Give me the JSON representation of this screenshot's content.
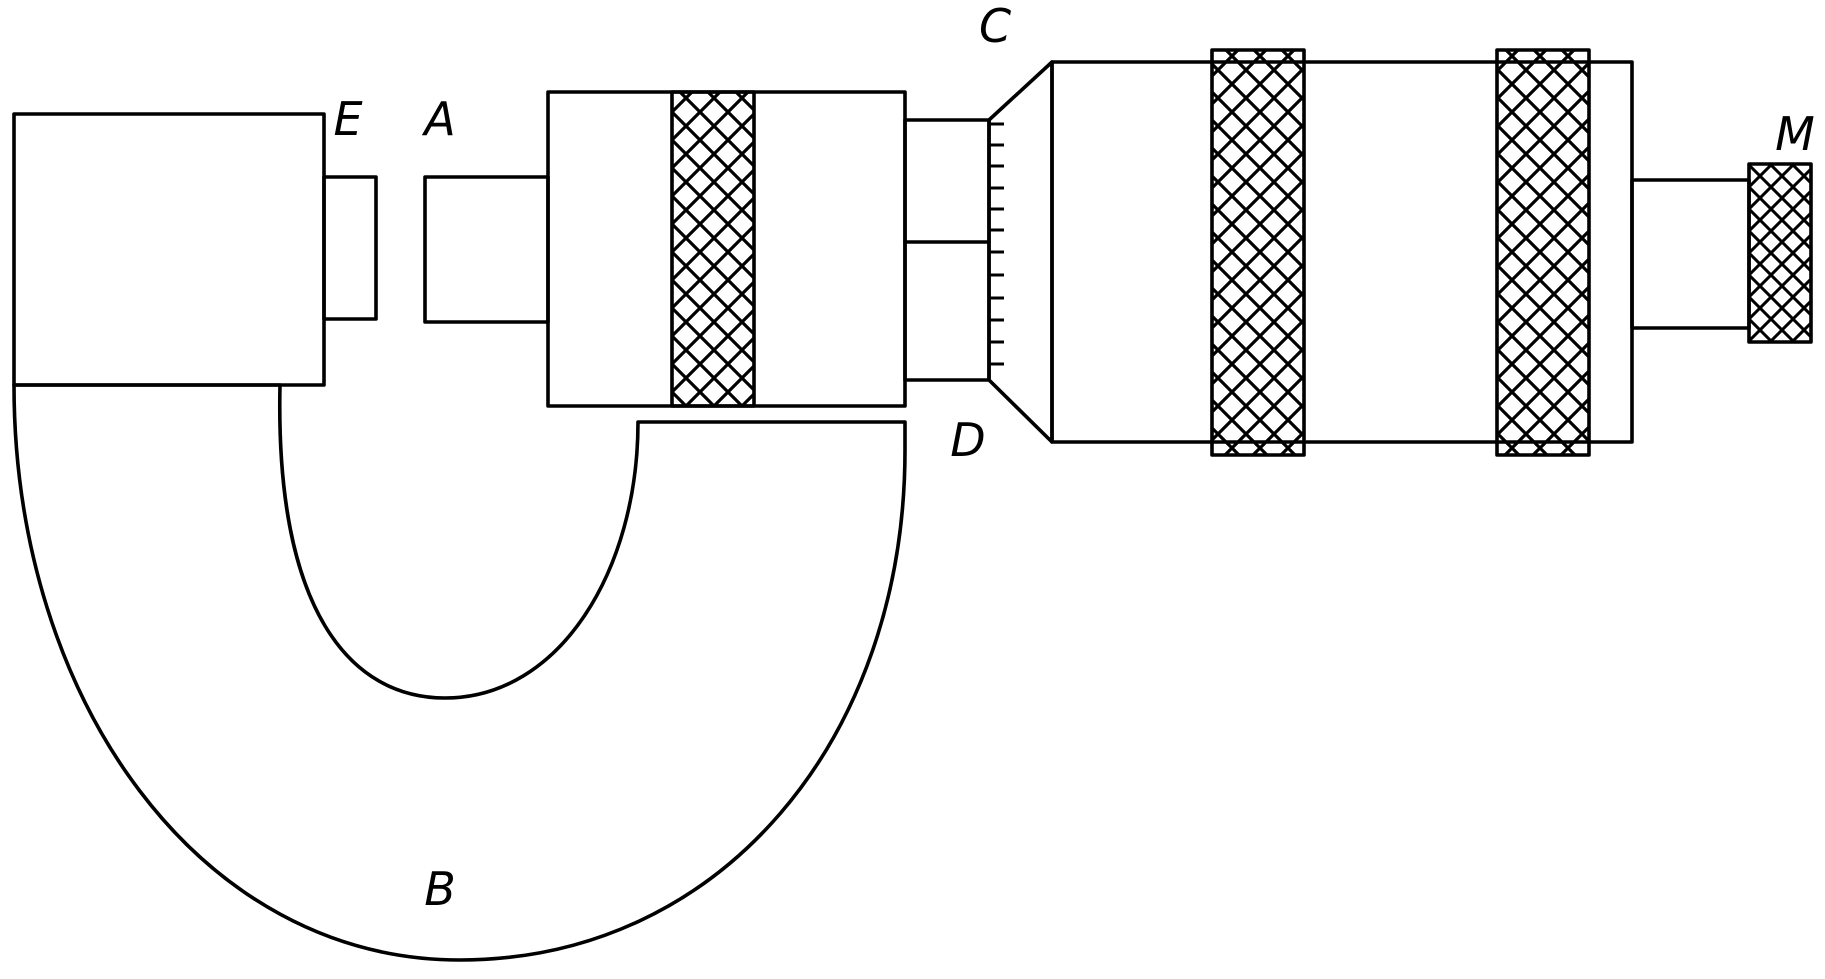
{
  "diagram": {
    "type": "micrometer-screw-gauge-sketch",
    "colors": {
      "stroke": "#000000",
      "background": "#ffffff"
    },
    "labels": {
      "anvil": "E",
      "spindle": "A",
      "sleeve_top": "C",
      "sleeve_bottom": "D",
      "ratchet": "M",
      "frame": "B"
    }
  }
}
